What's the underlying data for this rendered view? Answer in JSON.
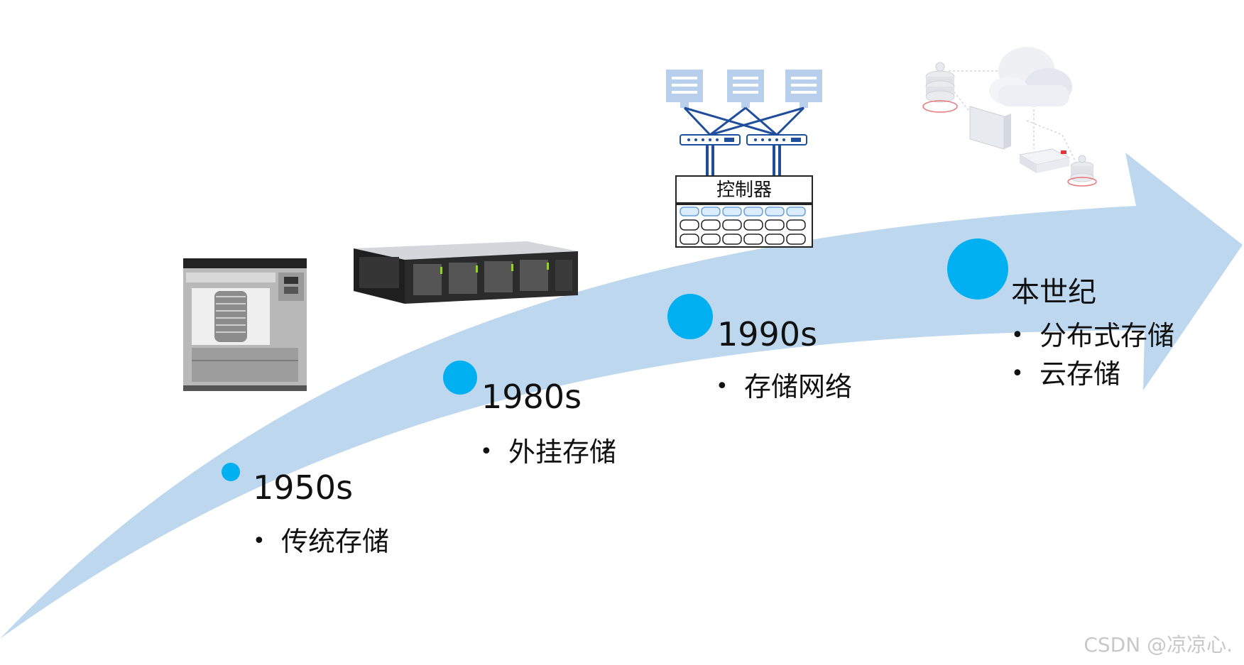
{
  "eras": [
    {
      "year": "1950s",
      "items": [
        "传统存储"
      ]
    },
    {
      "year": "1980s",
      "items": [
        "外挂存储"
      ]
    },
    {
      "year": "1990s",
      "items": [
        "存储网络"
      ]
    },
    {
      "year": "本世纪",
      "items": [
        "分布式存储",
        "云存储"
      ]
    }
  ],
  "illustrations": {
    "controller_label": "控制器"
  },
  "watermark": "CSDN @凉凉心."
}
